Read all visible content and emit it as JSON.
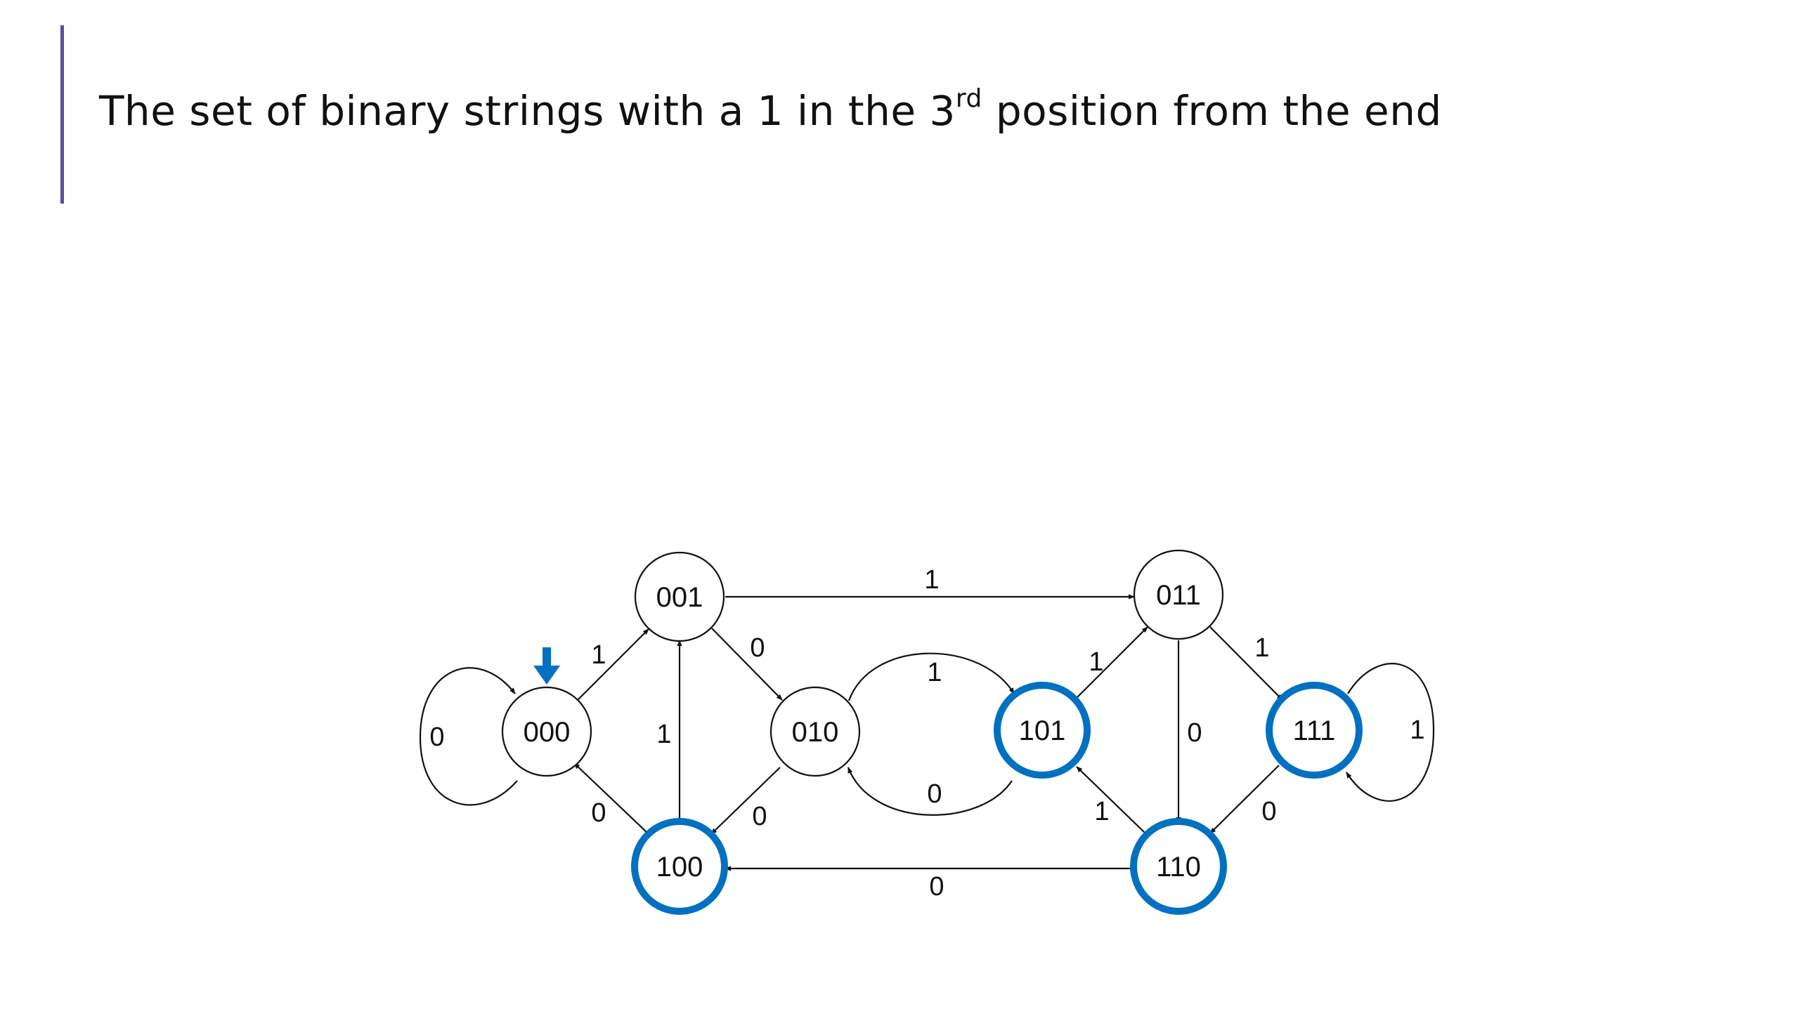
{
  "slide": {
    "title_prefix": "The set of binary strings with a 1 in the 3",
    "title_superscript": "rd",
    "title_suffix": " position from the end",
    "accent_color": "#5b4f96"
  },
  "diagram": {
    "accept_color": "#0070c0",
    "start_arrow_color": "#0070c0",
    "start_state": "000",
    "accepting_states": [
      "100",
      "101",
      "110",
      "111"
    ],
    "states": {
      "s000": "000",
      "s001": "001",
      "s010": "010",
      "s011": "011",
      "s100": "100",
      "s101": "101",
      "s110": "110",
      "s111": "111"
    },
    "edges": {
      "e000_000": "0",
      "e000_001": "1",
      "e001_010": "0",
      "e001_011": "1",
      "e010_101": "1",
      "e101_010": "0",
      "e010_100": "0",
      "e100_001": "1",
      "e100_000": "0",
      "e101_011": "1",
      "e011_110": "0",
      "e011_111": "1",
      "e111_111": "1",
      "e111_110": "0",
      "e110_101": "1",
      "e110_100": "0"
    }
  }
}
